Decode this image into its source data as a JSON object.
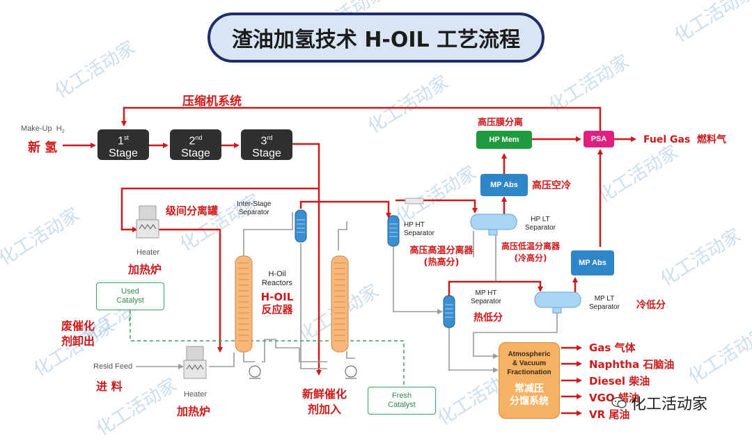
{
  "title": "渣油加氢技术 H-OIL 工艺流程",
  "compressor": {
    "system_label": "压缩机系统",
    "makeup_en": "Make-Up",
    "makeup_h2": "H",
    "makeup_sub": "2",
    "makeup_cn": "新 氢",
    "stages": [
      {
        "num": "1",
        "sup": "st",
        "label": "Stage"
      },
      {
        "num": "2",
        "sup": "nd",
        "label": "Stage"
      },
      {
        "num": "3",
        "sup": "rd",
        "label": "Stage"
      }
    ]
  },
  "membrane": {
    "cn": "高压膜分离",
    "box": "HP Mem"
  },
  "psa": {
    "box": "PSA",
    "fuel_en": "Fuel Gas",
    "fuel_cn": "燃料气"
  },
  "mp_abs_top": {
    "box": "MP Abs",
    "cn": "高压空冷"
  },
  "mp_abs_bottom": {
    "box": "MP Abs"
  },
  "interstage": {
    "cn": "级间分离罐",
    "en1": "Inter-Stage",
    "en2": "Separator"
  },
  "heater_top": {
    "en": "Heater",
    "cn": "加热炉"
  },
  "heater_bottom": {
    "en": "Heater",
    "cn": "加热炉"
  },
  "reactors": {
    "en1": "H-Oil",
    "en2": "Reactors",
    "cn1": "H-OIL",
    "cn2": "反应器"
  },
  "hp_ht": {
    "en1": "HP HT",
    "en2": "Separator",
    "cn1": "高压高温分离器",
    "cn2": "(热高分)"
  },
  "hp_lt": {
    "en1": "HP LT",
    "en2": "Separator",
    "cn1": "高压低温分离器",
    "cn2": "(冷高分)"
  },
  "mp_ht": {
    "en1": "MP HT",
    "en2": "Separator",
    "cn": "热低分"
  },
  "mp_lt": {
    "en1": "MP LT",
    "en2": "Separator",
    "cn": "冷低分"
  },
  "used_catalyst": {
    "en1": "Used",
    "en2": "Catalyst",
    "cn1": "废催化",
    "cn2": "剂卸出"
  },
  "fresh_catalyst": {
    "en1": "Fresh",
    "en2": "Catalyst",
    "cn1": "新鲜催化",
    "cn2": "剂加入"
  },
  "resid": {
    "en": "Resid Feed",
    "cn": "进 料"
  },
  "fractionation": {
    "en1": "Atmospheric",
    "en2": "& Vacuum",
    "en3": "Fractionation",
    "cn1": "常减压",
    "cn2": "分馏系统"
  },
  "products": [
    {
      "en": "Gas",
      "cn": "气体"
    },
    {
      "en": "Naphtha",
      "cn": "石脑油"
    },
    {
      "en": "Diesel",
      "cn": "柴油"
    },
    {
      "en": "VGO",
      "cn": "蜡油"
    },
    {
      "en": "VR",
      "cn": "尾油"
    }
  ],
  "watermark": {
    "text": "化工活动家",
    "brand": "化工活动家"
  },
  "colors": {
    "red": "#cc1a1a",
    "gray_pipe": "#9a9a9a",
    "blue": "#2e86c8",
    "green": "#1f9a3e",
    "pink": "#e01e7d",
    "orange": "#f6b264"
  }
}
